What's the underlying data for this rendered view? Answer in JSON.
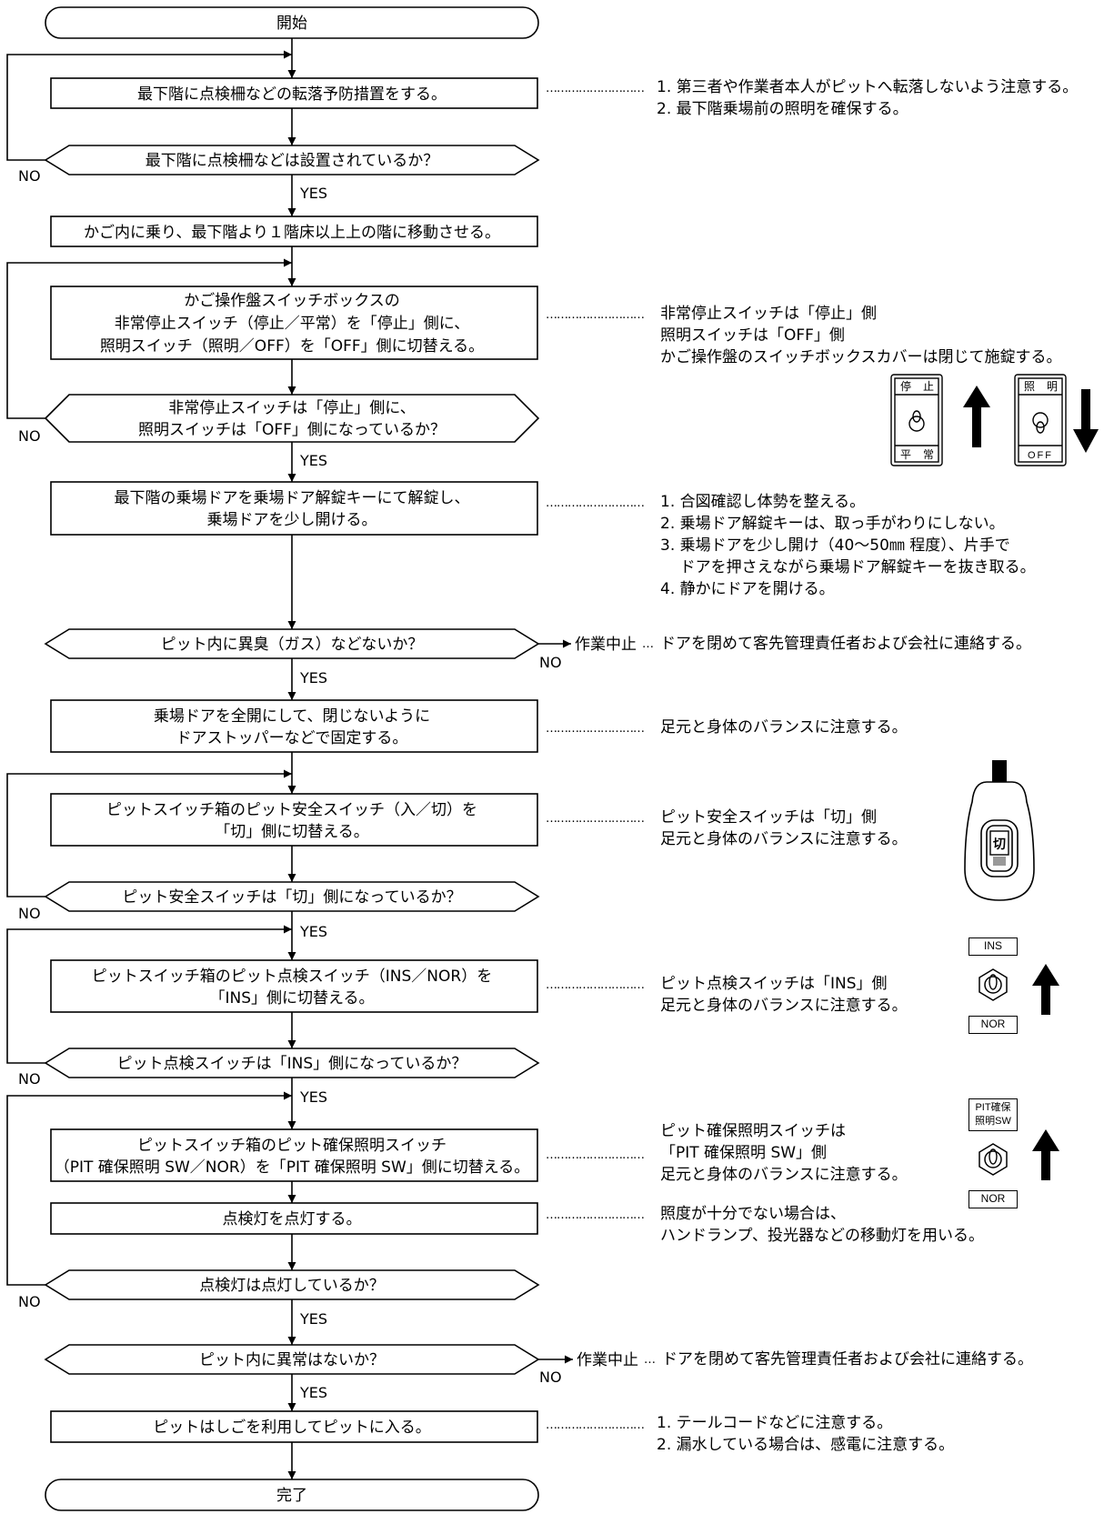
{
  "steps": {
    "start": "開始",
    "s1": "最下階に点検柵などの転落予防措置をする。",
    "d1": "最下階に点検柵などは設置されているか？",
    "s2": "かご内に乗り、最下階より１階床以上上の階に移動させる。",
    "s3": [
      "かご操作盤スイッチボックスの",
      "非常停止スイッチ（停止／平常）を「停止」側に、",
      "照明スイッチ（照明／OFF）を「OFF」側に切替える。"
    ],
    "d2": [
      "非常停止スイッチは「停止」側に、",
      "照明スイッチは「OFF」側になっているか？"
    ],
    "s4": [
      "最下階の乗場ドアを乗場ドア解錠キーにて解錠し、",
      "乗場ドアを少し開ける。"
    ],
    "d3": "ピット内に異臭（ガス）などないか？",
    "s5": [
      "乗場ドアを全開にして、閉じないように",
      "ドアストッパーなどで固定する。"
    ],
    "s6": [
      "ピットスイッチ箱のピット安全スイッチ（入／切）を",
      "「切」側に切替える。"
    ],
    "d4": "ピット安全スイッチは「切」側になっているか？",
    "s7": [
      "ピットスイッチ箱のピット点検スイッチ（INS／NOR）を",
      "「INS」側に切替える。"
    ],
    "d5": "ピット点検スイッチは「INS」側になっているか？",
    "s8": [
      "ピットスイッチ箱のピット確保照明スイッチ",
      "（PIT 確保照明 SW／NOR）を「PIT 確保照明 SW」側に切替える。"
    ],
    "s9": "点検灯を点灯する。",
    "d6": "点検灯は点灯しているか？",
    "d7": "ピット内に異常はないか？",
    "s10": "ピットはしごを利用してピットに入る。",
    "end": "完了"
  },
  "branch": {
    "yes": "YES",
    "no": "NO",
    "stop": "作業中止"
  },
  "notes": {
    "n1": "1. 第三者や作業者本人がピットへ転落しないよう注意する。\n2. 最下階乗場前の照明を確保する。",
    "n2": "非常停止スイッチは「停止」側\n照明スイッチは「OFF」側\nかご操作盤のスイッチボックスカバーは閉じて施錠する。",
    "n3": "1. 合図確認し体勢を整える。\n2. 乗場ドア解錠キーは、取っ手がわりにしない。\n3. 乗場ドアを少し開け（40～50㎜ 程度）、片手で\n    ドアを押さえながら乗場ドア解錠キーを抜き取る。\n4. 静かにドアを開ける。",
    "n4": "ドアを閉めて客先管理責任者および会社に連絡する。",
    "n5": "足元と身体のバランスに注意する。",
    "n6": "ピット安全スイッチは「切」側\n足元と身体のバランスに注意する。",
    "n7": "ピット点検スイッチは「INS」側\n足元と身体のバランスに注意する。",
    "n8": "ピット確保照明スイッチは\n「PIT 確保照明 SW」側\n足元と身体のバランスに注意する。",
    "n9": "照度が十分でない場合は、\nハンドランプ、投光器などの移動灯を用いる。",
    "n10": "ドアを閉めて客先管理責任者および会社に連絡する。",
    "n11": "1. テールコードなどに注意する。\n2. 漏水している場合は、感電に注意する。"
  },
  "dots": "………………………",
  "illustrations": {
    "stop_switch": {
      "top": [
        "停",
        "止"
      ],
      "bottom": [
        "平",
        "常"
      ]
    },
    "light_switch": {
      "top": [
        "照",
        "明"
      ],
      "bottom": "OFF"
    },
    "pit_safety": "切",
    "ins_switch": {
      "top": "INS",
      "bottom": "NOR"
    },
    "pit_light_switch": {
      "top": [
        "PIT確保",
        "照明SW"
      ],
      "bottom": "NOR"
    }
  }
}
